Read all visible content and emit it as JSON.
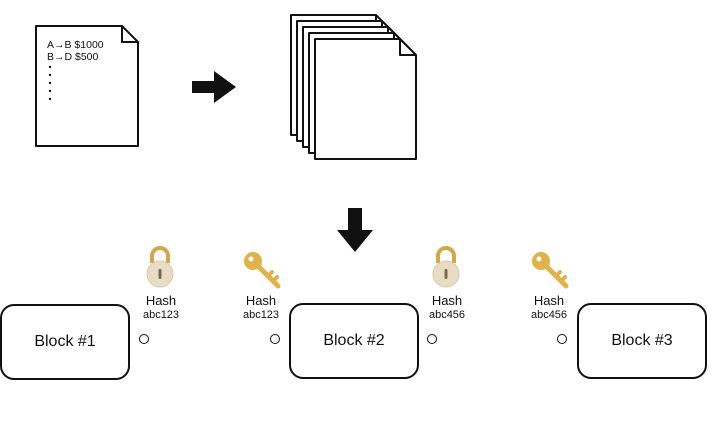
{
  "ledger": {
    "lines": [
      "A→B $1000",
      "B→D $500"
    ]
  },
  "blocks": [
    {
      "label": "Block #1"
    },
    {
      "label": "Block #2"
    },
    {
      "label": "Block #3"
    }
  ],
  "hashes": [
    {
      "title": "Hash",
      "value": "abc123",
      "icon": "lock-icon"
    },
    {
      "title": "Hash",
      "value": "abc123",
      "icon": "key-icon"
    },
    {
      "title": "Hash",
      "value": "abc456",
      "icon": "lock-icon"
    },
    {
      "title": "Hash",
      "value": "abc456",
      "icon": "key-icon"
    }
  ],
  "colors": {
    "lock_body": "#e8dcc4",
    "lock_shackle": "#d4a84a",
    "key_gold": "#e2b24a",
    "stroke": "#111111"
  }
}
